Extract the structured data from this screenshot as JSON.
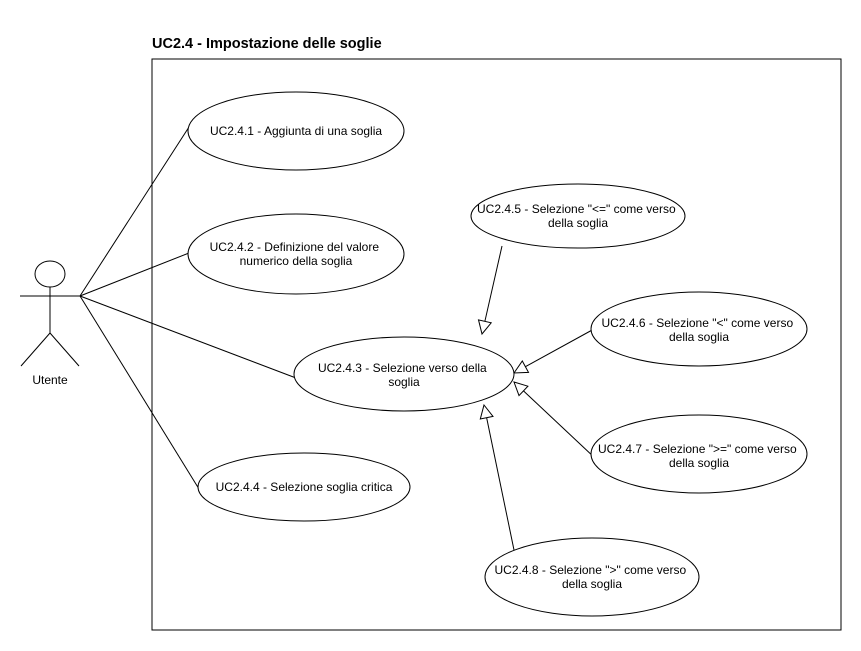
{
  "diagram": {
    "title": "UC2.4 - Impostazione delle soglie",
    "actor": {
      "name": "Utente"
    },
    "use_cases": [
      {
        "id": "uc241",
        "lines": [
          "UC2.4.1 - Aggiunta di una soglia"
        ]
      },
      {
        "id": "uc242",
        "lines": [
          "UC2.4.2 - Definizione del valore",
          "numerico della soglia"
        ]
      },
      {
        "id": "uc243",
        "lines": [
          "UC2.4.3 - Selezione verso della",
          "soglia"
        ]
      },
      {
        "id": "uc244",
        "lines": [
          "UC2.4.4 - Selezione soglia critica"
        ]
      },
      {
        "id": "uc245",
        "lines": [
          "UC2.4.5 - Selezione \"<=\" come verso",
          "della soglia"
        ]
      },
      {
        "id": "uc246",
        "lines": [
          "UC2.4.6 - Selezione \"<\" come verso",
          "della soglia"
        ]
      },
      {
        "id": "uc247",
        "lines": [
          "UC2.4.7 - Selezione \">=\" come verso",
          "della soglia"
        ]
      },
      {
        "id": "uc248",
        "lines": [
          "UC2.4.8 - Selezione \">\" come verso",
          "della soglia"
        ]
      }
    ],
    "associations": [
      "uc241",
      "uc242",
      "uc243",
      "uc244"
    ],
    "generalizations": [
      {
        "child": "uc245",
        "parent": "uc243"
      },
      {
        "child": "uc246",
        "parent": "uc243"
      },
      {
        "child": "uc247",
        "parent": "uc243"
      },
      {
        "child": "uc248",
        "parent": "uc243"
      }
    ]
  }
}
